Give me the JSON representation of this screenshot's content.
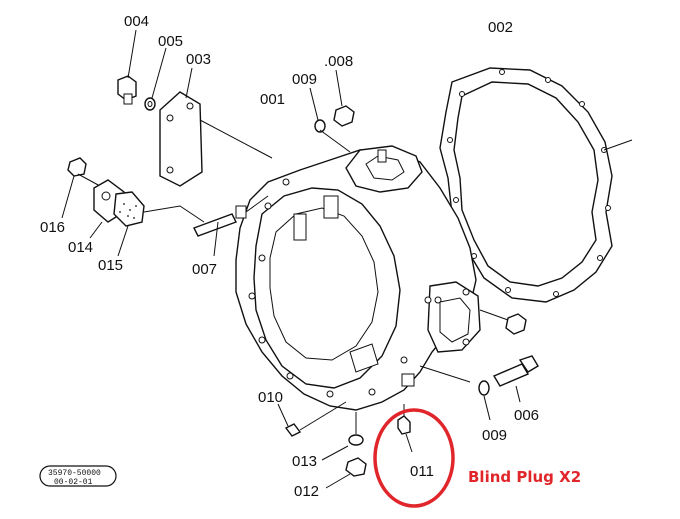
{
  "labels": {
    "p001": "001",
    "p002": "002",
    "p003": "003",
    "p004": "004",
    "p005": "005",
    "p006": "006",
    "p007": "007",
    "p008": ".008",
    "p009a": "009",
    "p009b": "009",
    "p010": "010",
    "p011": "011",
    "p012": "012",
    "p013": "013",
    "p014": "014",
    "p015": "015",
    "p016": "016"
  },
  "stamp": {
    "line1": "35970-50000",
    "line2": "00-02-01"
  },
  "annotation": {
    "text": "Blind Plug X2",
    "color": "#e0262a"
  }
}
